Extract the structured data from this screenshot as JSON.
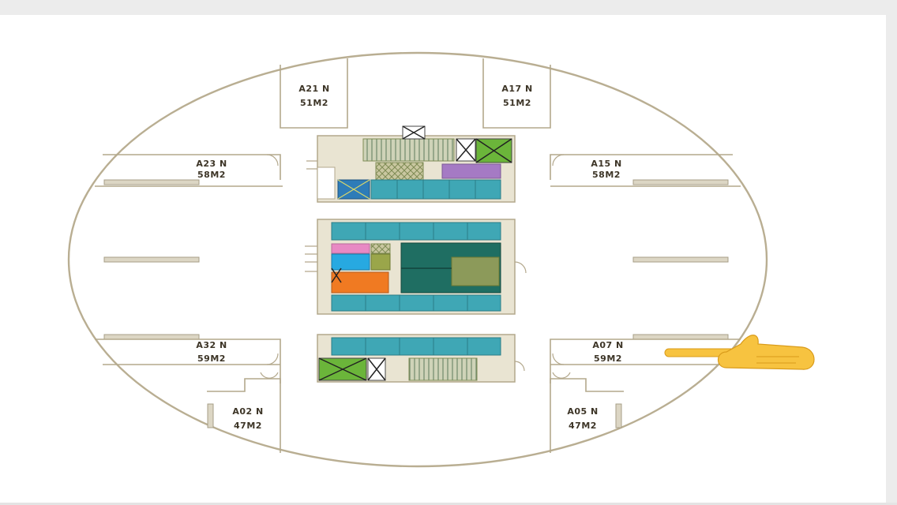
{
  "units": [
    {
      "id": "a21",
      "name": "A21 N",
      "area": "51M2"
    },
    {
      "id": "a17",
      "name": "A17 N",
      "area": "51M2"
    },
    {
      "id": "a23",
      "name": "A23 N",
      "area": "58M2"
    },
    {
      "id": "a15",
      "name": "A15 N",
      "area": "58M2"
    },
    {
      "id": "a32",
      "name": "A32 N",
      "area": "59M2"
    },
    {
      "id": "a07",
      "name": "A07 N",
      "area": "59M2"
    },
    {
      "id": "a02",
      "name": "A02 N",
      "area": "47M2"
    },
    {
      "id": "a05",
      "name": "A05 N",
      "area": "47M2"
    }
  ],
  "pointer": {
    "icon": "pointing-hand-icon",
    "target_unit": "A07 N"
  },
  "colors": {
    "wall": "#b3a88c",
    "hatch_olive": "#8c9a5a",
    "teal": "#3fa7b5",
    "dark_teal": "#1f6e62",
    "green": "#6bb53a",
    "purple": "#a57ac4",
    "orange": "#f07a22",
    "sky_blue": "#27a9e1",
    "pink": "#e889c4",
    "olive_green": "#9aa64a",
    "blue": "#2e7cb8",
    "hand_yellow": "#f7c340"
  }
}
